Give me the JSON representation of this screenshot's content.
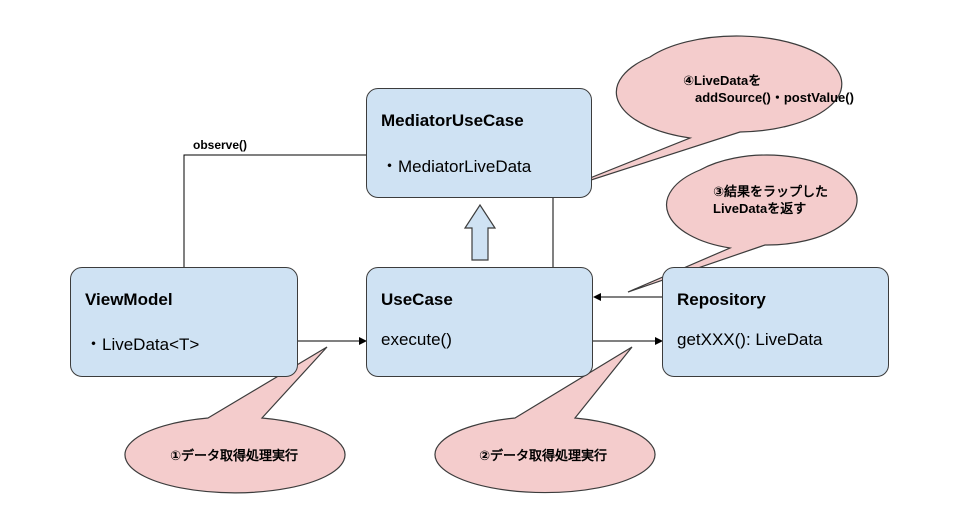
{
  "boxes": {
    "mediator": {
      "title": "MediatorUseCase",
      "member": "・MediatorLiveData"
    },
    "viewmodel": {
      "title": "ViewModel",
      "member": "・LiveData<T>"
    },
    "usecase": {
      "title": "UseCase",
      "member": "execute()"
    },
    "repository": {
      "title": "Repository",
      "member": "getXXX(): LiveData"
    }
  },
  "edges": {
    "observe_label": "observe()"
  },
  "callouts": {
    "step1": "①データ取得処理実行",
    "step2": "②データ取得処理実行",
    "step3_line1": "③結果をラップした",
    "step3_line2": "LiveDataを返す",
    "step4_line1": "④LiveDataを",
    "step4_line2": "addSource()・postValue()"
  },
  "colors": {
    "box_fill": "#cfe2f3",
    "callout_fill": "#f4cccc",
    "stroke": "#3c3c3c"
  }
}
